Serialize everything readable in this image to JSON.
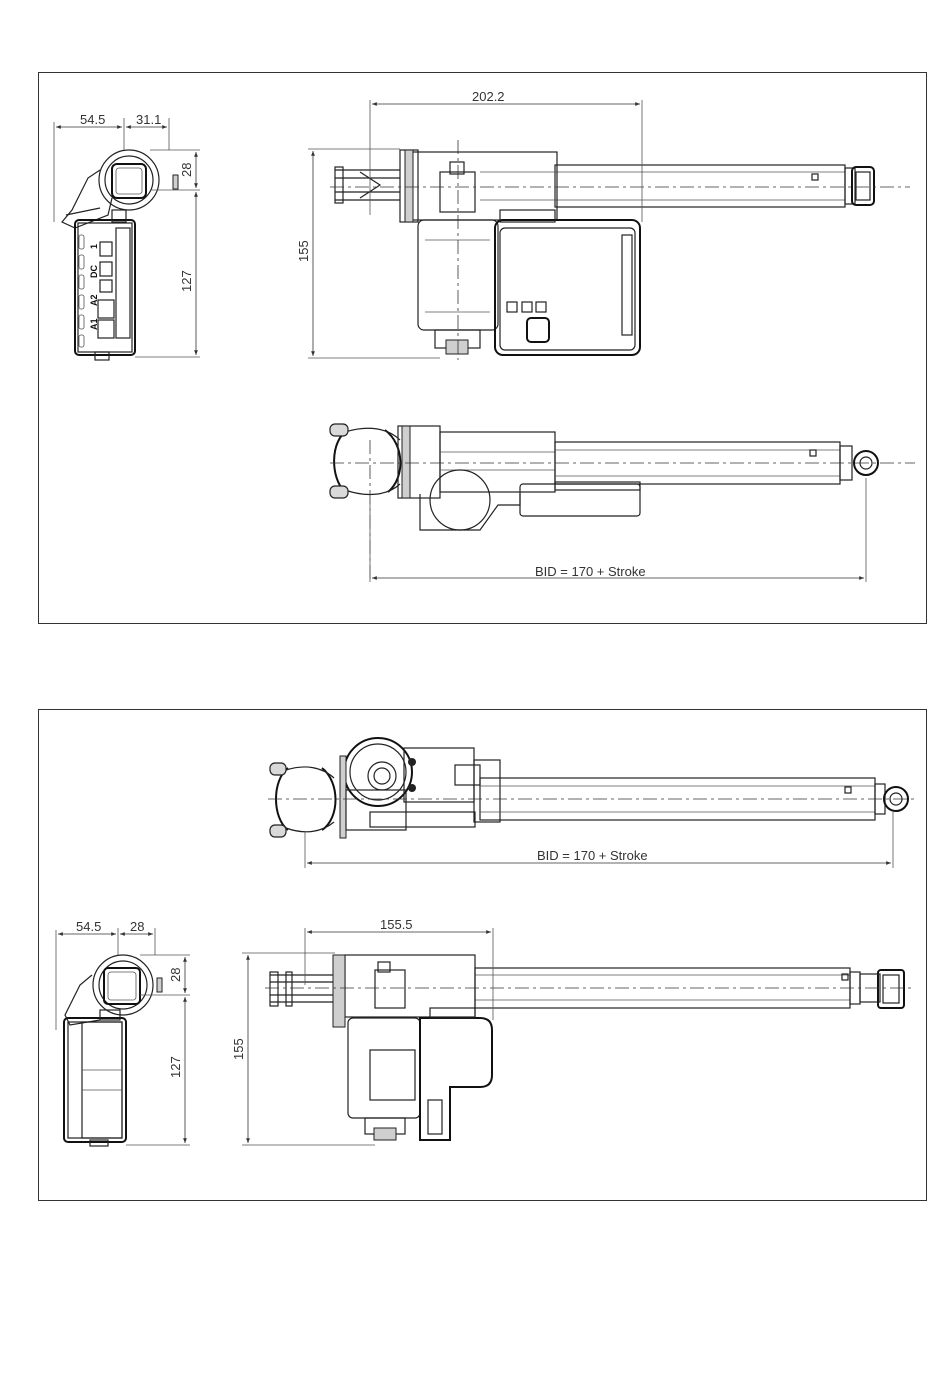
{
  "top_panel": {
    "dims": {
      "side_width_a": "54.5",
      "side_width_b": "31.1",
      "side_head": "28",
      "side_body": "127",
      "front_height": "155",
      "front_length": "202.2",
      "bid": "BID = 170 + Stroke"
    },
    "connector_labels": [
      "1",
      "DC",
      "A2",
      "A1"
    ]
  },
  "bottom_panel": {
    "dims": {
      "bid": "BID = 170 + Stroke",
      "side_width_a": "54.5",
      "side_width_b": "28",
      "side_head": "28",
      "side_body": "127",
      "front_height": "155",
      "front_length": "155.5"
    }
  }
}
